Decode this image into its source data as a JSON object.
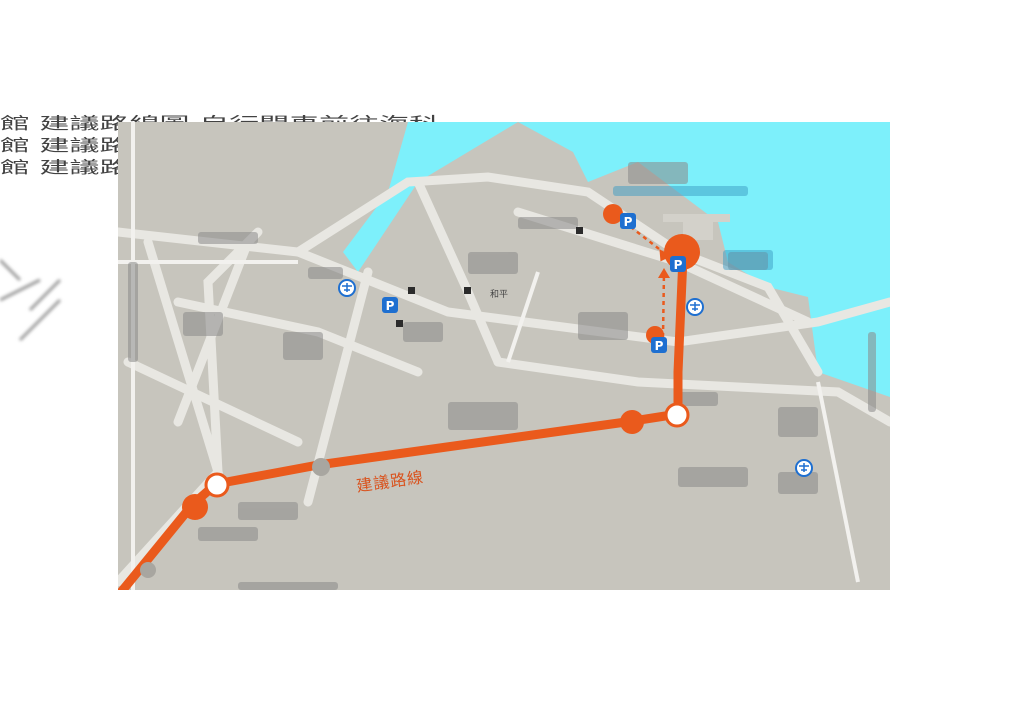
{
  "title": {
    "heading": "",
    "overlay_lines": [
      "館 建議路線圖 自行開車前往海科",
      "館 建議路線圖 自行開車前往海科",
      "館 建議路線圖 自行開車前往海科"
    ]
  },
  "map": {
    "route_label": "建議路線",
    "place_label_top": "",
    "place_label_center": "和平",
    "legend": [
      {
        "kind": "solid",
        "label": ""
      },
      {
        "kind": "dotted-arrow",
        "label": ""
      }
    ],
    "colors": {
      "sea": "#7df0fb",
      "land": "#c7c5bd",
      "road": "#e6e5e0",
      "route": "#ea5a1c",
      "parking": "#1e6fd0"
    },
    "icons": [
      "parking-icon",
      "parking-icon",
      "parking-icon",
      "parking-icon",
      "rail-station-icon",
      "rail-station-icon",
      "rail-station-icon"
    ]
  }
}
